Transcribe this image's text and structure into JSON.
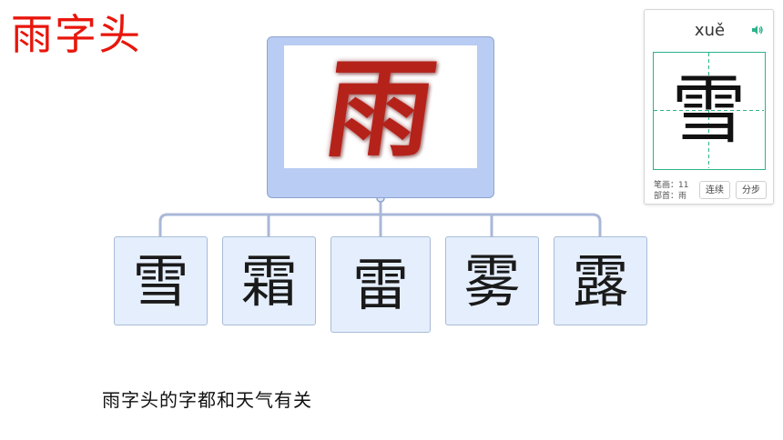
{
  "title": "雨字头",
  "root_character": "雨",
  "children": [
    "雪",
    "霜",
    "雷",
    "雾",
    "露"
  ],
  "stroke_card": {
    "pinyin": "xuě",
    "character": "雪",
    "strokes_label": "笔画：11",
    "radical_label": "部首：雨",
    "continuous_label": "连续",
    "step_label": "分步",
    "accent_color": "#2bb38a"
  },
  "caption": "雨字头的字都和天气有关",
  "colors": {
    "title": "#e8160c",
    "root_fill": "#b9ccf3",
    "node_fill": "#e5eefc",
    "line": "#a9b7d8"
  }
}
